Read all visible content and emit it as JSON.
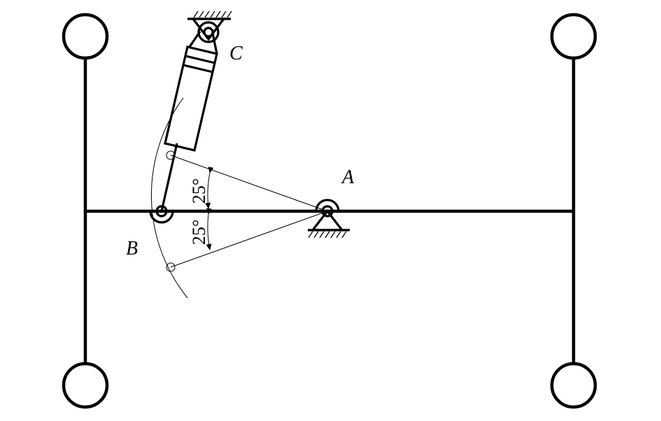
{
  "labels": {
    "point_a": "A",
    "point_b": "B",
    "point_c": "C",
    "angle_upper": "25°",
    "angle_lower": "25°"
  },
  "colors": {
    "ink": "#000000",
    "background": "#ffffff"
  }
}
